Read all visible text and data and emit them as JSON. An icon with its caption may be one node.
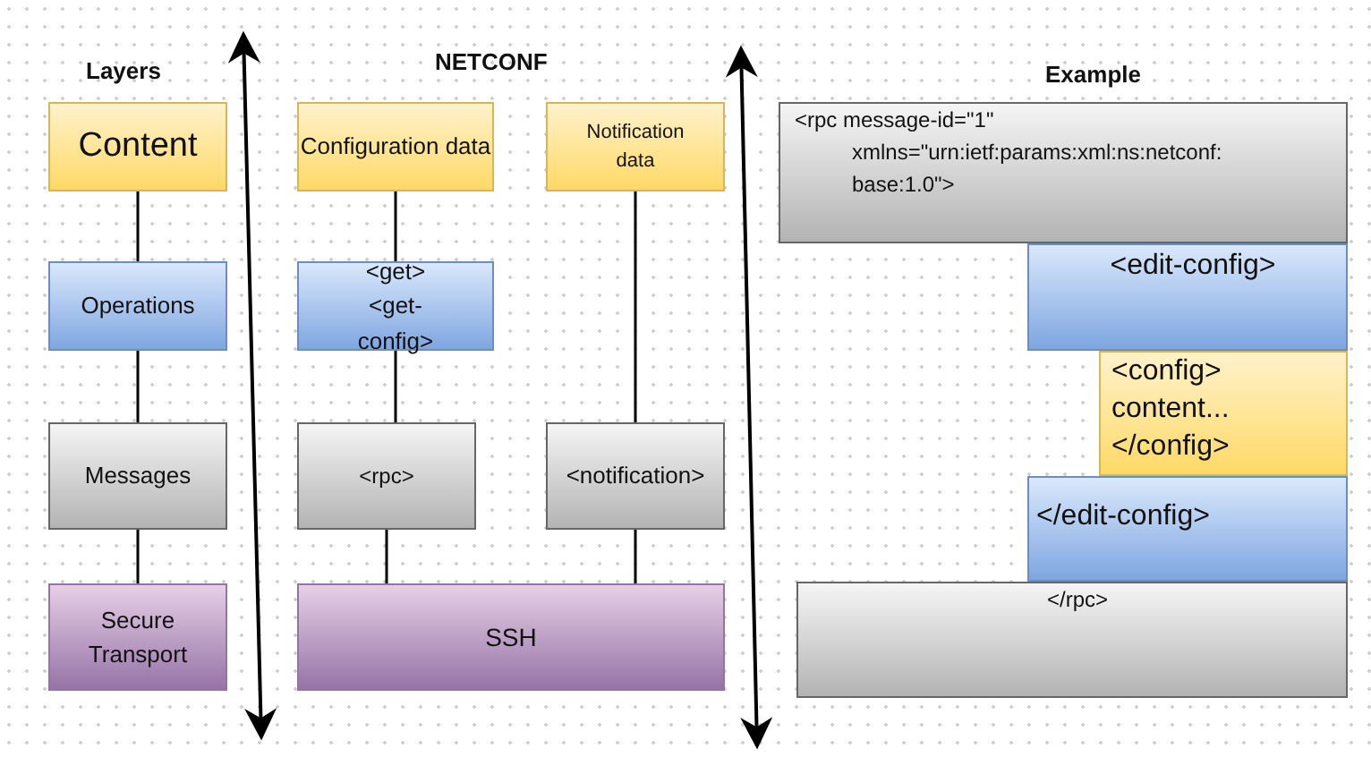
{
  "diagram": {
    "nodes": [
      {
        "text": [
          "Content"
        ]
      },
      {
        "text": [
          "Operations"
        ]
      },
      {
        "text": [
          "Messages"
        ]
      },
      {
        "text": [
          "Secure Transport"
        ]
      },
      {
        "text": [
          "Configuration data"
        ]
      },
      {
        "text": [
          "Notification data"
        ]
      },
      {
        "text": [
          "<get> <get-config>"
        ]
      },
      {
        "text": [
          "<rpc>"
        ]
      },
      {
        "text": [
          "<notification>"
        ]
      },
      {
        "text": [
          "SSH"
        ]
      },
      {
        "text": [
          "<rpc message-id=\"1\" xmlns=\"urn:ietf:params:xml:ns:netconf: base:1.0\">"
        ]
      },
      {
        "text": [
          "<edit-config>"
        ]
      },
      {
        "text": [
          "<config> content... </config>"
        ]
      },
      {
        "text": [
          "</edit-config>"
        ]
      },
      {
        "text": [
          "</rpc>"
        ]
      }
    ],
    "edges": [
      {
        "from": 0,
        "to": 1,
        "arrow": "none"
      },
      {
        "from": 1,
        "to": 2,
        "arrow": "none"
      },
      {
        "from": 2,
        "to": 3,
        "arrow": "none"
      },
      {
        "from": 4,
        "to": 6,
        "arrow": "none"
      },
      {
        "from": 6,
        "to": 7,
        "arrow": "none"
      },
      {
        "from": 7,
        "to": 9,
        "arrow": "none"
      },
      {
        "from": 5,
        "to": 8,
        "arrow": "none"
      },
      {
        "from": 8,
        "to": 9,
        "arrow": "none"
      }
    ],
    "labels": [
      "Layers",
      "NETCONF",
      "Example"
    ]
  }
}
